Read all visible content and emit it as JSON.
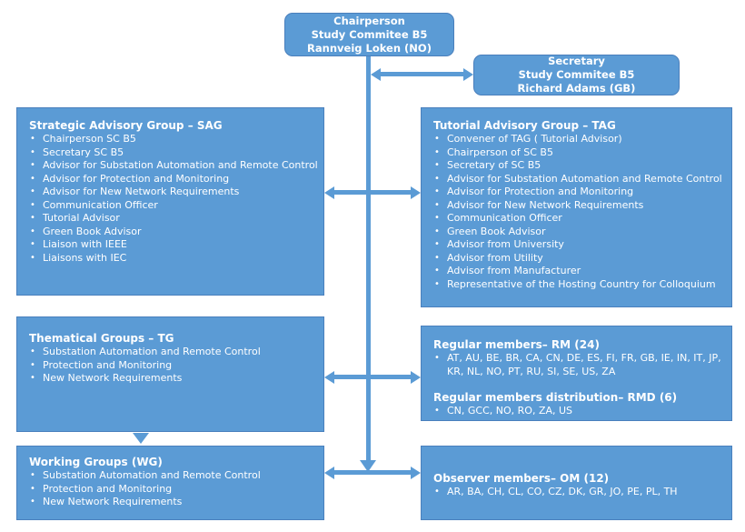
{
  "colors": {
    "box_fill": "#5B9BD5",
    "box_border": "#4A80BD",
    "text": "#FFFFFF",
    "background": "#FFFFFF",
    "connector": "#5B9BD5"
  },
  "chairperson_box": {
    "lines": [
      "Chairperson",
      "Study Commitee B5",
      "Rannveig Loken (NO)"
    ]
  },
  "secretary_box": {
    "lines": [
      "Secretary",
      "Study Commitee B5",
      "Richard Adams (GB)"
    ]
  },
  "sag": {
    "title": "Strategic Advisory Group – SAG",
    "items": [
      "Chairperson SC B5",
      "Secretary SC B5",
      "Advisor for Substation Automation and Remote Control",
      "Advisor for Protection and Monitoring",
      "Advisor for New Network Requirements",
      "Communication Officer",
      "Tutorial Advisor",
      "Green Book Advisor",
      "Liaison with IEEE",
      "Liaisons with IEC"
    ]
  },
  "tag": {
    "title": "Tutorial Advisory Group – TAG",
    "items": [
      "Convener of TAG ( Tutorial Advisor)",
      "Chairperson of SC B5",
      "Secretary of SC B5",
      "Advisor for Substation Automation and Remote Control",
      "Advisor for Protection and Monitoring",
      "Advisor for New Network Requirements",
      "Communication Officer",
      "Green Book Advisor",
      "Advisor from University",
      "Advisor from Utility",
      "Advisor from Manufacturer",
      "Representative of the Hosting Country for Colloquium"
    ]
  },
  "tg": {
    "title": "Thematical Groups – TG",
    "items": [
      "Substation Automation and Remote Control",
      "Protection and Monitoring",
      "New Network Requirements"
    ]
  },
  "rm": {
    "title": "Regular members– RM (24)",
    "items": [
      "AT, AU, BE, BR, CA, CN, DE, ES, FI, FR, GB, IE, IN, IT, JP, KR, NL, NO, PT, RU, SI, SE, US, ZA"
    ],
    "title2": "Regular members distribution– RMD (6)",
    "items2": [
      "CN, GCC, NO, RO, ZA, US"
    ]
  },
  "wg": {
    "title": "Working Groups (WG)",
    "items": [
      "Substation Automation and Remote Control",
      "Protection and Monitoring",
      "New Network Requirements"
    ]
  },
  "om": {
    "title": "Observer members– OM (12)",
    "items": [
      "AR, BA, CH, CL, CO, CZ, DK, GR, JO, PE, PL, TH"
    ]
  }
}
